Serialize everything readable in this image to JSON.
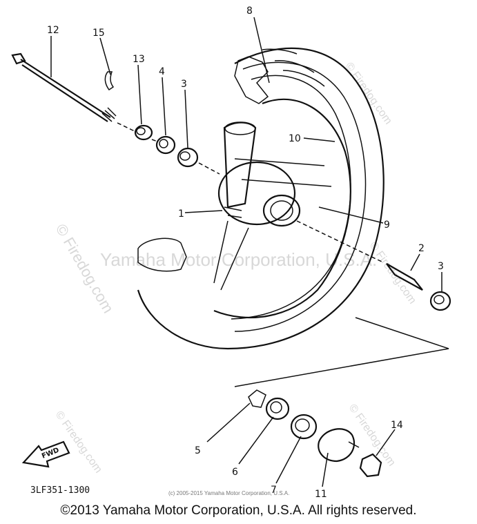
{
  "watermarks": {
    "left": "© Firedog.com",
    "center": "Yamaha Motor Corporation, U.S.A.",
    "right_top": "© Firedog.com",
    "right_mid": "© Firedog.com",
    "left_bottom": "© Firedog.com",
    "right_bottom": "© Firedog.com"
  },
  "fwd_label": "FWD",
  "part_code": "3LF351-1300",
  "small_copyright": "(c) 2005-2015 Yamaha Motor Corporation, U.S.A.",
  "copyright": "©2013 Yamaha Motor Corporation, U.S.A. All rights reserved.",
  "callouts": [
    {
      "id": "c12",
      "label": "12"
    },
    {
      "id": "c15",
      "label": "15"
    },
    {
      "id": "c13",
      "label": "13"
    },
    {
      "id": "c4",
      "label": "4"
    },
    {
      "id": "c3a",
      "label": "3"
    },
    {
      "id": "c8",
      "label": "8"
    },
    {
      "id": "c10",
      "label": "10"
    },
    {
      "id": "c1",
      "label": "1"
    },
    {
      "id": "c9",
      "label": "9"
    },
    {
      "id": "c2",
      "label": "2"
    },
    {
      "id": "c3b",
      "label": "3"
    },
    {
      "id": "c5",
      "label": "5"
    },
    {
      "id": "c6",
      "label": "6"
    },
    {
      "id": "c7",
      "label": "7"
    },
    {
      "id": "c11",
      "label": "11"
    },
    {
      "id": "c14",
      "label": "14"
    }
  ],
  "colors": {
    "line": "#111111",
    "watermark": "#d8d8d8"
  }
}
